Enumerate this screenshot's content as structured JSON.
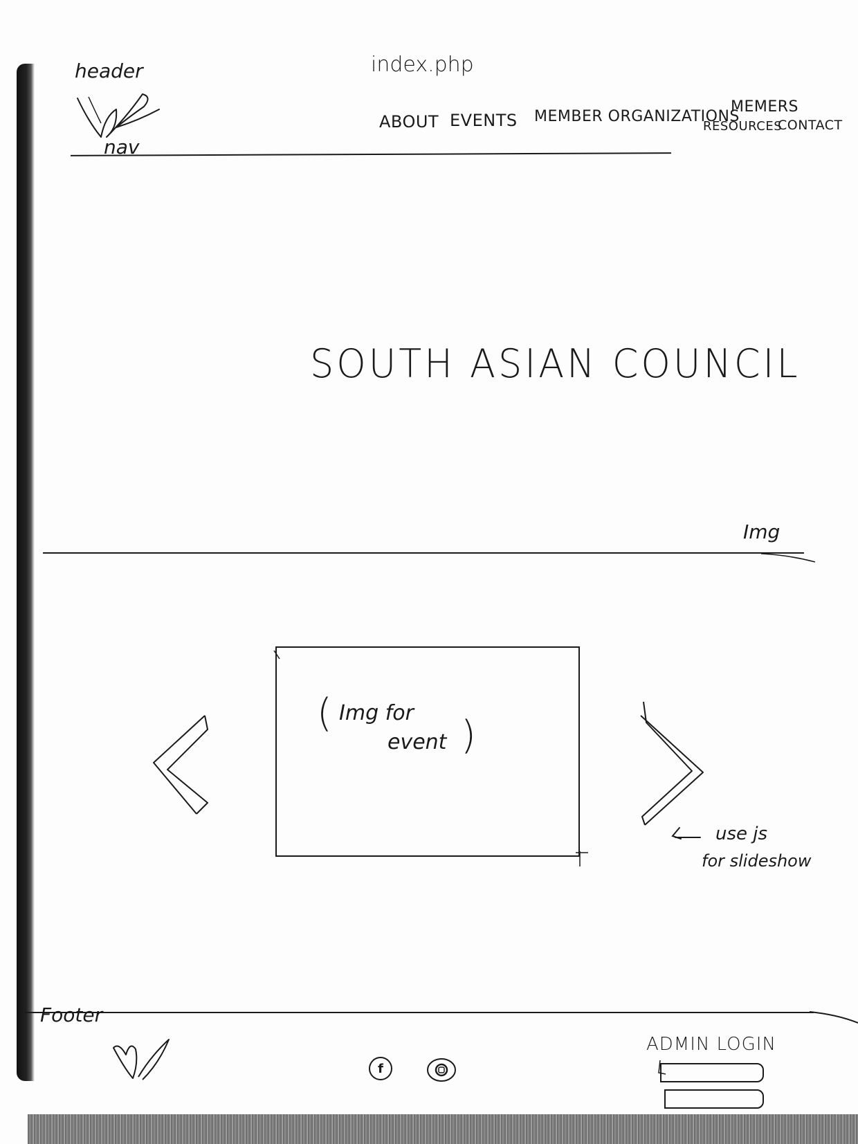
{
  "sketch": {
    "file_name": "index.php",
    "annotations": {
      "header": "header",
      "nav": "nav",
      "hero_img": "Img",
      "footer": "Footer",
      "slideshow_note": [
        "use js",
        "for slideshow"
      ]
    }
  },
  "nav": {
    "items": [
      {
        "label": "ABOUT"
      },
      {
        "label": "EVENTS"
      },
      {
        "label": "MEMBER ORGANIZATIONS"
      },
      {
        "label": "MEMERS"
      },
      {
        "label": "RESOURCES"
      },
      {
        "label": "CONTACT"
      }
    ]
  },
  "hero": {
    "title": "SOUTH ASIAN COUNCIL"
  },
  "slideshow": {
    "placeholder_lines": [
      "Img for",
      "event"
    ]
  },
  "footer": {
    "social": [
      {
        "icon": "facebook-icon",
        "glyph": "f"
      },
      {
        "icon": "instagram-icon",
        "glyph": ""
      }
    ],
    "admin_login": {
      "title": "ADMIN LOGIN"
    }
  }
}
